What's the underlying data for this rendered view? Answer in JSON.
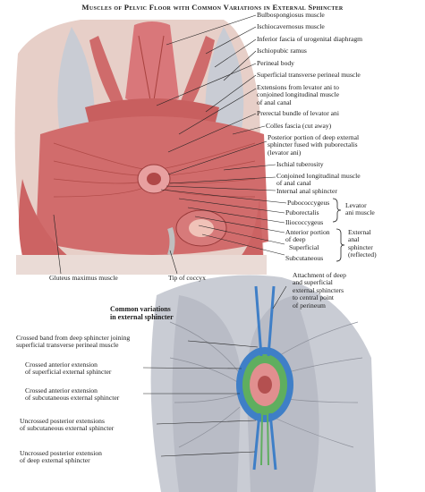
{
  "title": "Muscles of Pelvic Floor with Common Variations in External Sphincter",
  "upper_labels": [
    "Bulbospongiosus muscle",
    "Ischiocavernosus muscle",
    "Inferior fascia of urogenital diaphragm",
    "Ischiopubic ramus",
    "Perineal body",
    "Superficial transverse perineal muscle",
    "Extensions from levator ani to\nconjoined longitudinal muscle\nof anal canal",
    "Prerectal bundle of levator ani",
    "Colles fascia (cut away)",
    "Posterior portion of deep external\nsphincter fused with puborectalis\n(levator ani)",
    "Ischial tuberosity",
    "Conjoined longitudinal muscle\nof anal canal",
    "Internal anal sphincter",
    "Pubococcygeus",
    "Puborectalis",
    "Iliococcygeus",
    "Anterior portion\nof deep",
    "Superficial",
    "Subcutaneous"
  ],
  "group_levator": "Levator\nani muscle",
  "group_sphincter": "External\nanal\nsphincter\n(reflected)",
  "bottom_left_labels": [
    "Gluteus maximus muscle",
    "Tip of coccyx"
  ],
  "variations_title": "Common variations\nin external sphincter",
  "lower_right_label": "Attachment of deep\nand superficial\nexternal sphincters\nto central point\nof perineum",
  "lower_left_labels": [
    "Crossed band from deep sphincter joining\nsuperficial transverse perineal muscle",
    "Crossed anterior extension\nof superficial external sphincter",
    "Crossed anterior extension\nof subcutaneous external sphincter",
    "Uncrossed posterior extensions\nof subcutaneous external sphincter",
    "Uncrossed posterior extension\nof deep external sphincter"
  ],
  "colors": {
    "muscle": "#d46a6a",
    "muscle_dark": "#a8423f",
    "fascia": "#c8ccd6",
    "skin": "#e9b8a8",
    "sphincter_blue": "#3f7fc7",
    "sphincter_green": "#5fae5f"
  }
}
